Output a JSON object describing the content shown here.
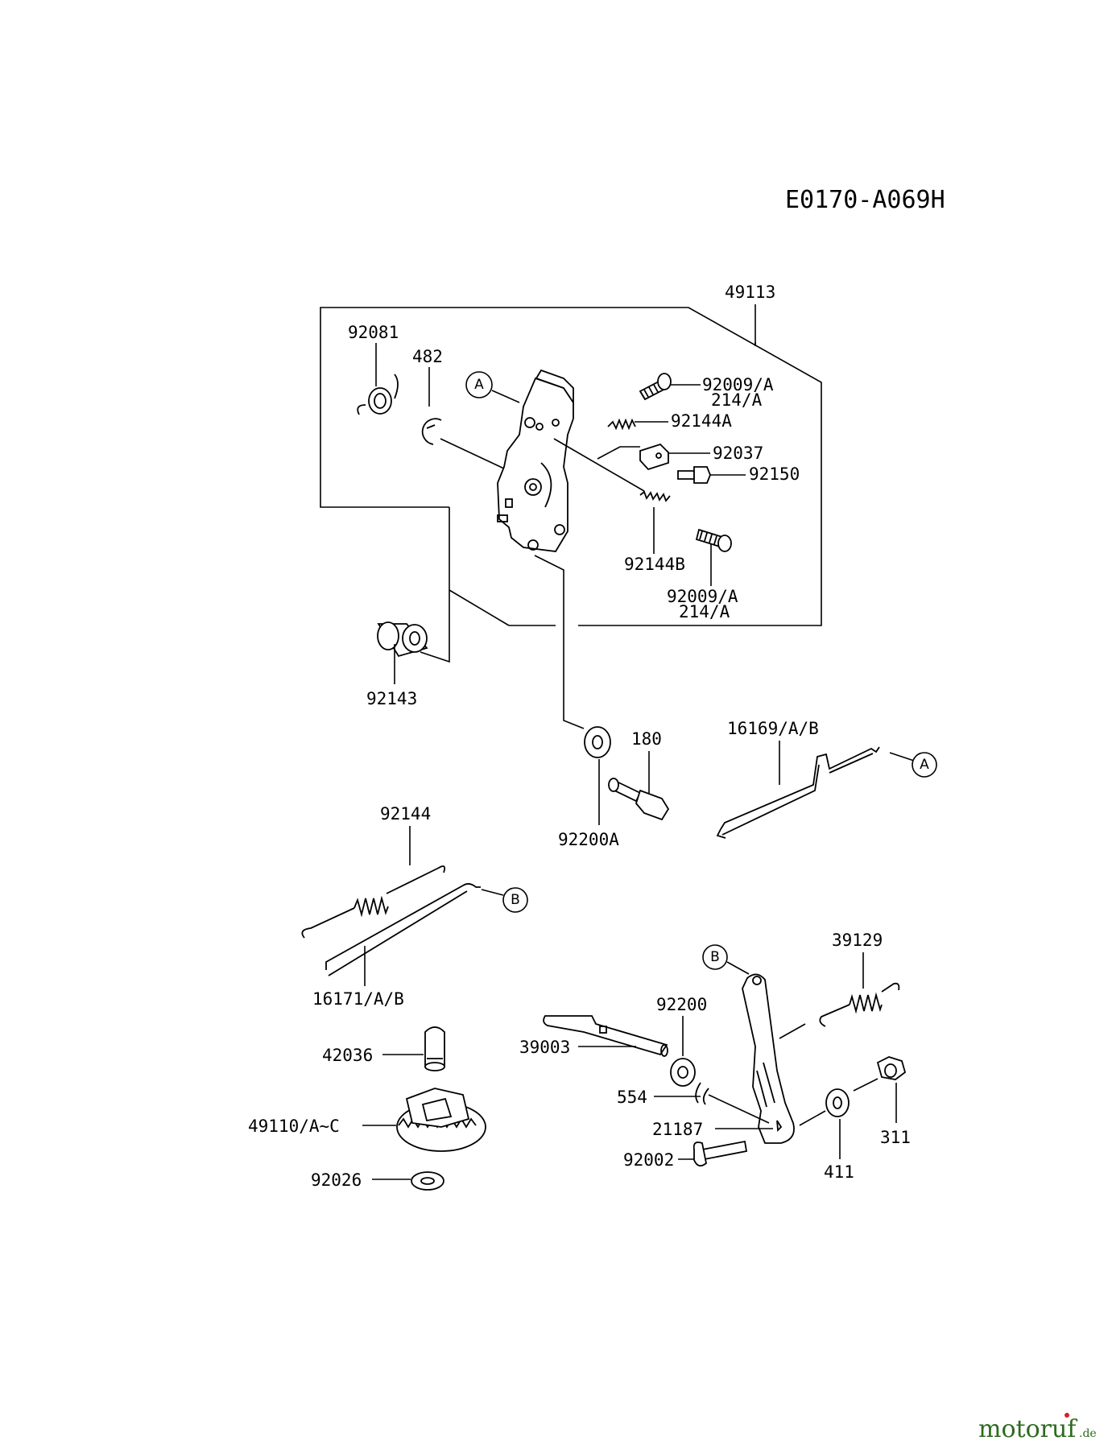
{
  "diagram_code": "E0170-A069H",
  "watermark": {
    "brand": "motoruf",
    "tld": ".de"
  },
  "labels": {
    "p49113": "49113",
    "p92081": "92081",
    "p482": "482",
    "p92009a_top": "92009/A",
    "p214a_top": "214/A",
    "p92144a": "92144A",
    "p92037": "92037",
    "p92150": "92150",
    "p92144b": "92144B",
    "p92009a_bot": "92009/A",
    "p214a_bot": "214/A",
    "p92143": "92143",
    "p180": "180",
    "p92200a": "92200A",
    "p16169": "16169/A/B",
    "p92144": "92144",
    "p16171": "16171/A/B",
    "p39129": "39129",
    "p92200": "92200",
    "p39003": "39003",
    "p42036": "42036",
    "p554": "554",
    "p49110": "49110/A~C",
    "p21187": "21187",
    "p92002": "92002",
    "p411": "411",
    "p311": "311",
    "p92026": "92026"
  },
  "refs": {
    "a": "A",
    "b": "B"
  }
}
